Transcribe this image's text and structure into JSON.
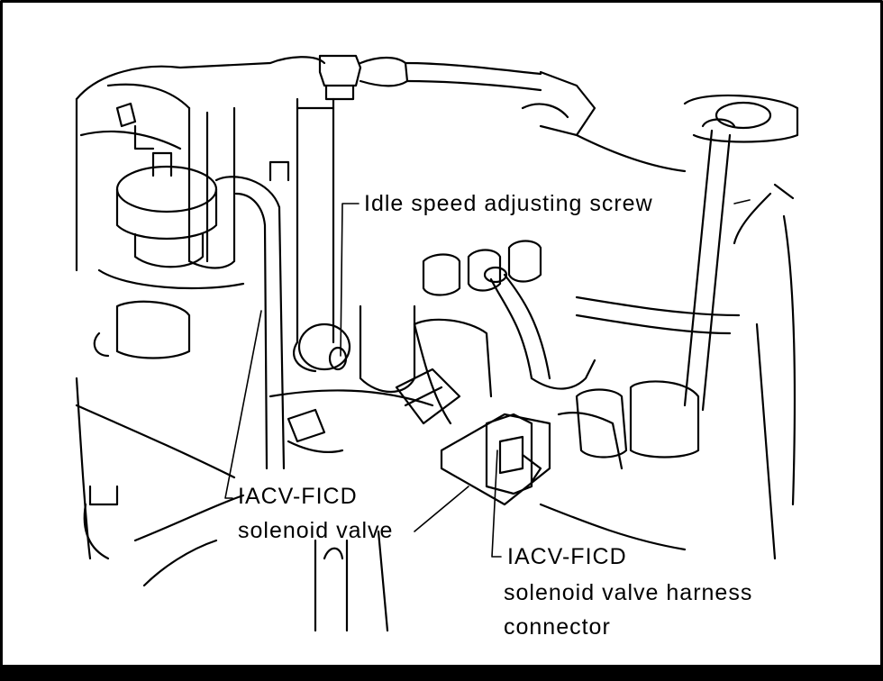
{
  "labels": {
    "idle_screw": "Idle speed adjusting screw",
    "valve_line1": "IACV-FICD",
    "valve_line2": "solenoid valve",
    "connector_line1": "IACV-FICD",
    "connector_line2": "solenoid valve harness",
    "connector_line3": "connector"
  },
  "colors": {
    "ink": "#000000",
    "paper": "#ffffff"
  }
}
